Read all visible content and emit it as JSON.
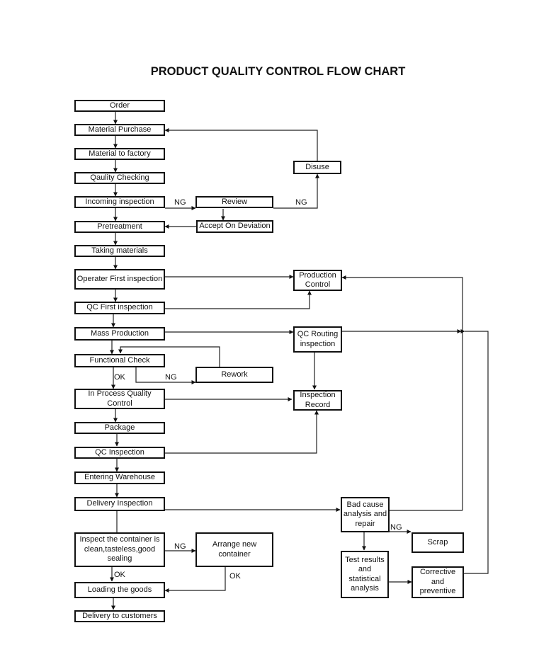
{
  "title": "PRODUCT QUALITY CONTROL FLOW CHART",
  "nodes": {
    "order": "Order",
    "material_purchase": "Material Purchase",
    "material_to_factory": "Material to factory",
    "quality_checking": "Qaulity Checking",
    "incoming_inspection": "Incoming inspection",
    "review": "Review",
    "disuse": "Disuse",
    "accept_on_deviation": "Accept On Deviation",
    "pretreatment": "Pretreatment",
    "taking_materials": "Taking materials",
    "operater_first_inspection": "Operater First inspection",
    "production_control": "Production Control",
    "qc_first_inspection": "QC First inspection",
    "mass_production": "Mass Production",
    "qc_routing_inspection": "QC Routing inspection",
    "functional_check": "Functional Check",
    "rework": "Rework",
    "in_process_quality_control": "In Process Quality Control",
    "inspection_record": "Inspection Record",
    "package": "Package",
    "qc_inspection": "QC Inspection",
    "entering_warehouse": "Entering Warehouse",
    "delivery_inspection": "Delivery Inspection",
    "bad_cause_analysis": "Bad cause analysis and repair",
    "scrap": "Scrap",
    "inspect_container": "Inspect the container is clean,tasteless,good sealing",
    "arrange_new_container": "Arrange new container",
    "test_results": "Test results and statistical analysis",
    "corrective_preventive": "Corrective and preventive",
    "loading_goods": "Loading the goods",
    "delivery_to_customers": "Delivery to customers"
  },
  "labels": {
    "ng_incoming": "NG",
    "ng_review": "NG",
    "ok_functional": "OK",
    "ng_functional": "NG",
    "ng_bad_cause": "NG",
    "ng_container": "NG",
    "ok_container": "OK",
    "ok_arrange": "OK"
  }
}
